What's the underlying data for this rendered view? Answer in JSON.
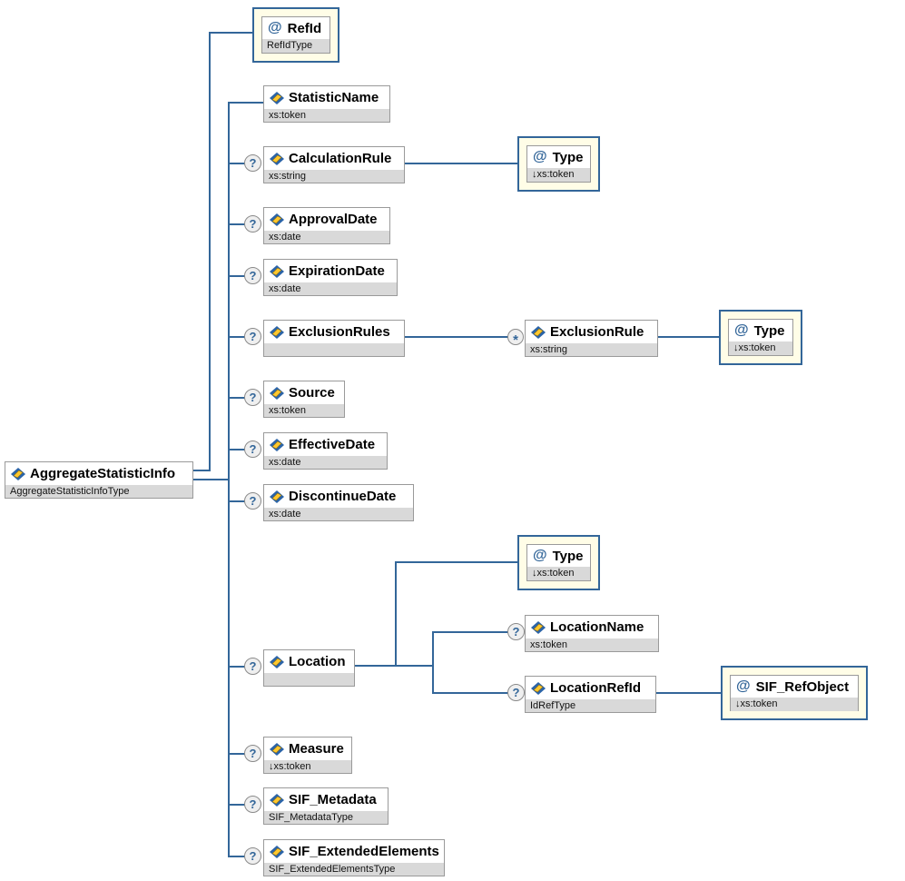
{
  "markers": {
    "optional": "?",
    "repeats": "*",
    "attribute": "@"
  },
  "colors": {
    "connector_line": "#336699",
    "box_border": "#9a9a9a",
    "type_row_fill": "#d9d9d9",
    "attribute_box_fill": "#fffde7",
    "attribute_box_border": "#336699"
  },
  "root": {
    "label": "AggregateStatisticInfo",
    "type": "AggregateStatisticInfoType"
  },
  "elements": {
    "statisticName": {
      "label": "StatisticName",
      "type": "xs:token"
    },
    "calculationRule": {
      "label": "CalculationRule",
      "type": "xs:string"
    },
    "approvalDate": {
      "label": "ApprovalDate",
      "type": "xs:date"
    },
    "expirationDate": {
      "label": "ExpirationDate",
      "type": "xs:date"
    },
    "exclusionRules": {
      "label": "ExclusionRules",
      "type": ""
    },
    "exclusionRule": {
      "label": "ExclusionRule",
      "type": "xs:string"
    },
    "source": {
      "label": "Source",
      "type": "xs:token"
    },
    "effectiveDate": {
      "label": "EffectiveDate",
      "type": "xs:date"
    },
    "discontinueDate": {
      "label": "DiscontinueDate",
      "type": "xs:date"
    },
    "location": {
      "label": "Location",
      "type": ""
    },
    "locationName": {
      "label": "LocationName",
      "type": "xs:token"
    },
    "locationRefId": {
      "label": "LocationRefId",
      "type": "IdRefType"
    },
    "measure": {
      "label": "Measure",
      "type": "↓xs:token"
    },
    "sifMetadata": {
      "label": "SIF_Metadata",
      "type": "SIF_MetadataType"
    },
    "sifExtendedElements": {
      "label": "SIF_ExtendedElements",
      "type": "SIF_ExtendedElementsType"
    }
  },
  "attributes": {
    "refId": {
      "label": "RefId",
      "type": "RefIdType"
    },
    "calculationRuleType": {
      "label": "Type",
      "type": "↓xs:token"
    },
    "exclusionRuleType": {
      "label": "Type",
      "type": "↓xs:token"
    },
    "locationType": {
      "label": "Type",
      "type": "↓xs:token"
    },
    "sifRefObject": {
      "label": "SIF_RefObject",
      "type": "↓xs:token"
    }
  }
}
